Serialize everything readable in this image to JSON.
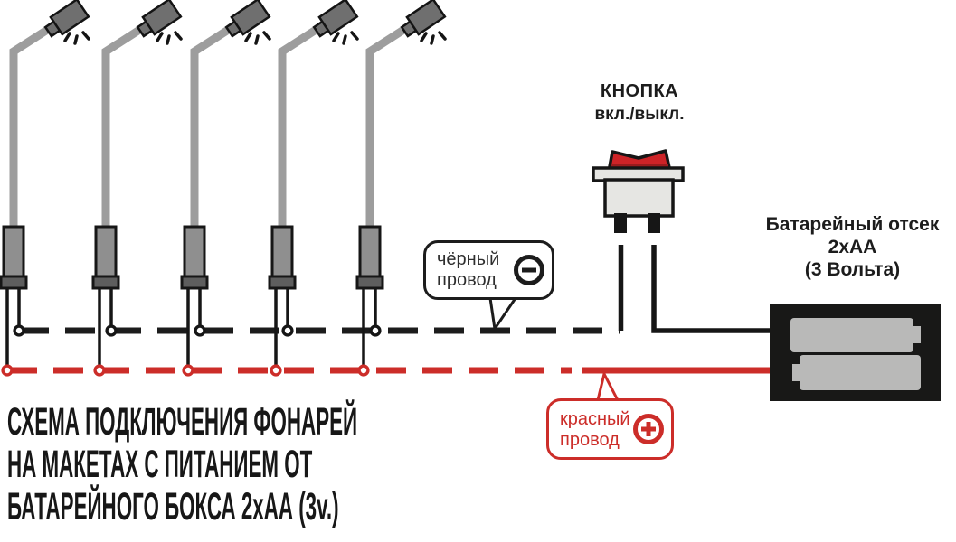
{
  "title": {
    "line1": "СХЕМА ПОДКЛЮЧЕНИЯ ФОНАРЕЙ",
    "line2": "НА МАКЕТАХ С ПИТАНИЕМ ОТ",
    "line3": "БАТАРЕЙНОГО БОКСА 2хАА (3v.)"
  },
  "switch": {
    "label_line1": "КНОПКА",
    "label_line2": "вкл./выкл."
  },
  "battery": {
    "label_line1": "Батарейный отсек",
    "label_line2": "2хАА",
    "label_line3": "(3 Вольта)"
  },
  "callouts": {
    "black": {
      "line1": "чёрный",
      "line2": "провод",
      "symbol": "minus"
    },
    "red": {
      "line1": "красный",
      "line2": "провод",
      "symbol": "plus"
    }
  },
  "lamps": {
    "count": 5,
    "x_positions": [
      15,
      117,
      215,
      312,
      409
    ]
  },
  "colors": {
    "wire_red": "#cc2d29",
    "rocker_red": "#cd2327",
    "rocker_red_dark": "#9a1b1d",
    "ink_black": "#1c1c1c",
    "pole_gray": "#9d9d9d",
    "head_gray": "#6f6f6f",
    "base_gray": "#8f8f8f",
    "collar_gray": "#5e5e5e",
    "switch_gray": "#e6e6e3",
    "battery_gray": "#b9b9b8",
    "battery_box_black": "#181817"
  }
}
